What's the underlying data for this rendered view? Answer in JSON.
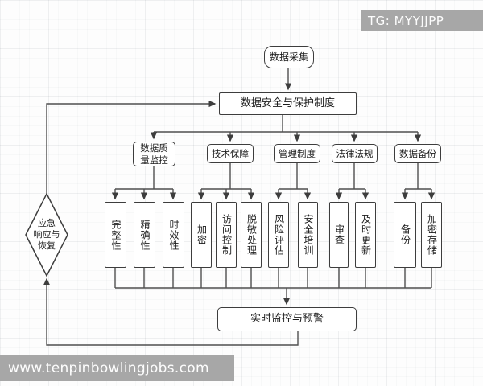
{
  "watermarks": {
    "tg_badge": "TG: MYYJJPP",
    "url_bar": "www.tenpinbowlingjobs.com"
  },
  "flow": {
    "top": "数据采集",
    "policy": "数据安全与保护制度",
    "monitor": "实时监控与预警",
    "emergency": "应急\n响应与\n恢复",
    "branches": [
      {
        "label": "数据质\n量监控",
        "children": [
          "完整性",
          "精确性",
          "时效性"
        ]
      },
      {
        "label": "技术保障",
        "children": [
          "加密",
          "访问控制",
          "脱敏处理"
        ]
      },
      {
        "label": "管理制度",
        "children": [
          "风险评估",
          "安全培训"
        ]
      },
      {
        "label": "法律法规",
        "children": [
          "审查",
          "及时更新"
        ]
      },
      {
        "label": "数据备份",
        "children": [
          "备份",
          "加密存储"
        ]
      }
    ]
  },
  "colors": {
    "node_border": "#3d3d3d",
    "node_fill": "#ffffff",
    "connector": "#4f4f4f",
    "watermark_bg": "#a7a7a7",
    "watermark_text": "#fdfdfd"
  }
}
